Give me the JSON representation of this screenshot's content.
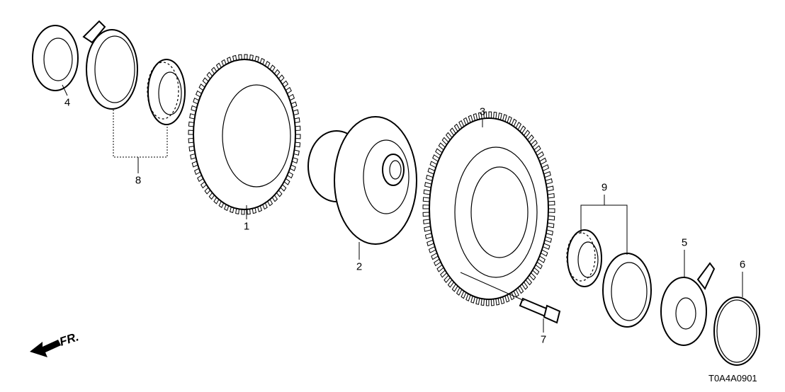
{
  "diagram": {
    "code": "T0A4A0901",
    "front_marker": "FR.",
    "callouts": [
      {
        "id": "4",
        "text": "4"
      },
      {
        "id": "8",
        "text": "8"
      },
      {
        "id": "1",
        "text": "1"
      },
      {
        "id": "2",
        "text": "2"
      },
      {
        "id": "3",
        "text": "3"
      },
      {
        "id": "9",
        "text": "9"
      },
      {
        "id": "5",
        "text": "5"
      },
      {
        "id": "6",
        "text": "6"
      },
      {
        "id": "7",
        "text": "7"
      }
    ]
  }
}
